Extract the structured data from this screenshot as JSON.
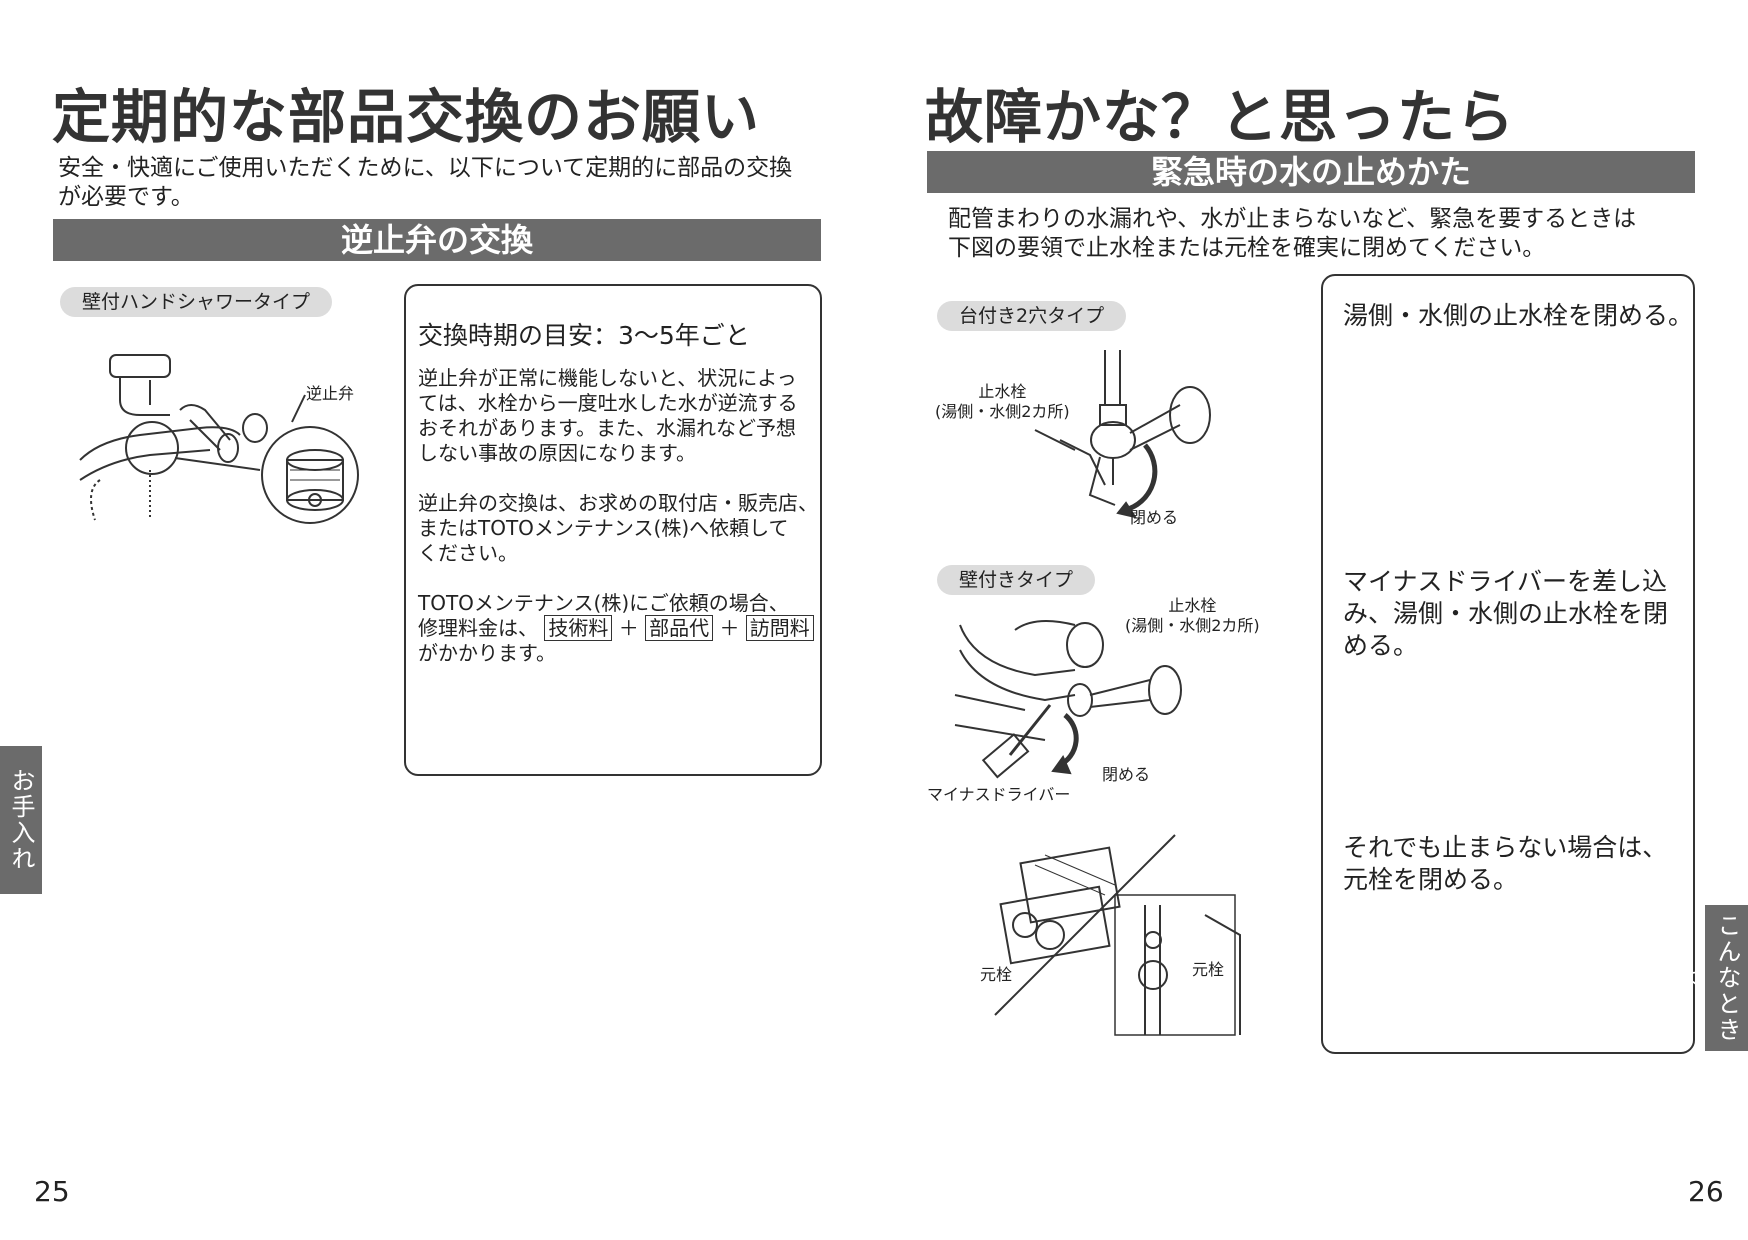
{
  "left": {
    "title": "定期的な部品交換のお願い",
    "intro": "安全・快適にご使用いただくために、以下について定期的に部品の交換\nが必要です。",
    "section_bar": "逆止弁の交換",
    "type_pill": "壁付ハンドシャワータイプ",
    "figure_label": "逆止弁",
    "box": {
      "heading": "交換時期の目安：3〜5年ごと",
      "para1": "逆止弁が正常に機能しないと、状況によっ\nては、水栓から一度吐水した水が逆流する\nおそれがあります。また、水漏れなど予想\nしない事故の原因になります。",
      "para2": "逆止弁の交換は、お求めの取付店・販売店、\nまたはTOTOメンテナンス(株)へ依頼して\nください。",
      "para3": "TOTOメンテナンス(株)にご依頼の場合、",
      "para3_prefix": "修理料金は、",
      "fee1": "技術料",
      "plus": "＋",
      "fee2": "部品代",
      "fee3": "訪問料",
      "para3_suffix": "がかかります。"
    },
    "side_tab": "お手入れ",
    "page_number": "25"
  },
  "right": {
    "title": "故障かな？と思ったら",
    "section_bar": "緊急時の水の止めかた",
    "intro": "配管まわりの水漏れや、水が止まらないなど、緊急を要するときは\n下図の要領で止水栓または元栓を確実に閉めてください。",
    "pill1": "台付き2穴タイプ",
    "fig1_label": "止水栓\n(湯側・水側2カ所)",
    "fig1_close": "閉める",
    "pill2": "壁付きタイプ",
    "fig2_label": "止水栓\n(湯側・水側2カ所)",
    "fig2_close": "閉める",
    "fig2_driver": "マイナスドライバー",
    "fig3_label_left": "元栓",
    "fig3_label_right": "元栓",
    "steps": [
      "湯側・水側の止水栓を閉める。",
      "マイナスドライバーを差し込\nみ、湯側・水側の止水栓を閉\nめる。",
      "それでも止まらない場合は、\n元栓を閉める。"
    ],
    "side_tab": "こんなときは",
    "page_number": "26"
  }
}
